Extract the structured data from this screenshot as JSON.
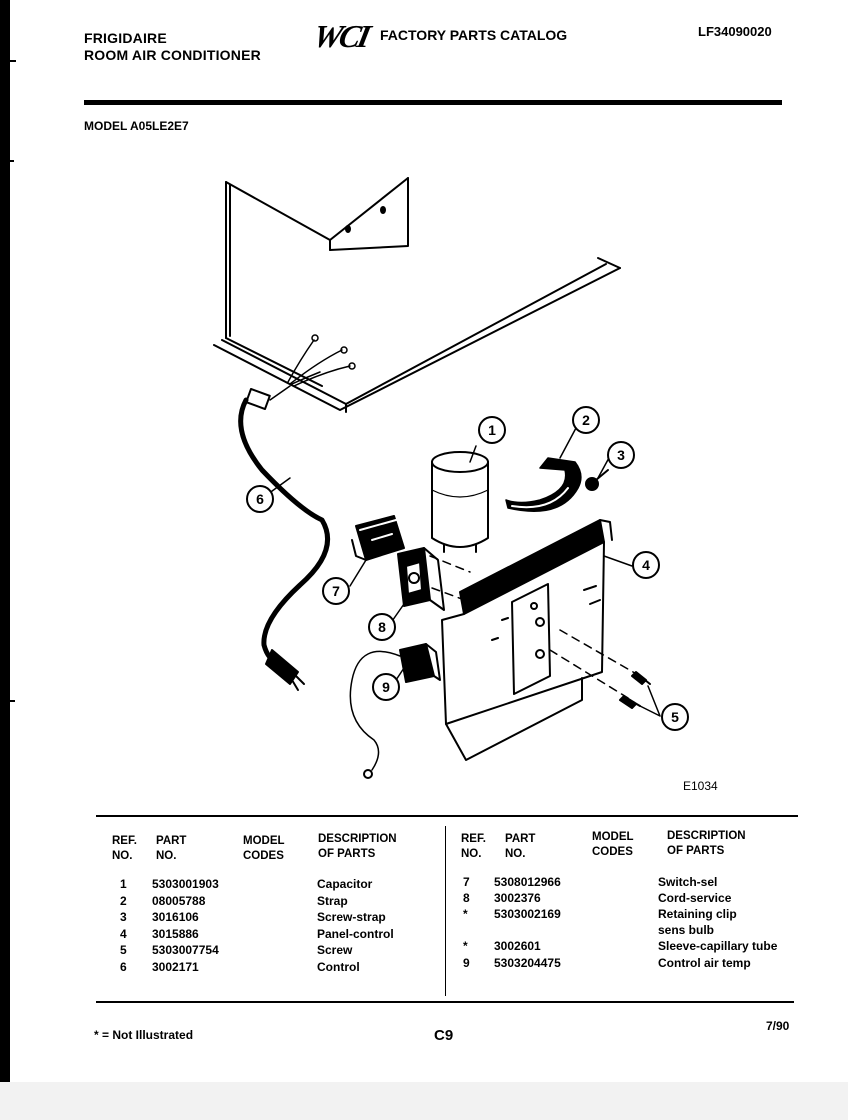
{
  "header": {
    "brand_line1": "FRIGIDAIRE",
    "brand_line2": "ROOM AIR CONDITIONER",
    "logo_text": "WCI",
    "catalog_title": "FACTORY PARTS CATALOG",
    "document_number": "LF34090020"
  },
  "model_label": "MODEL A05LE2E7",
  "diagram": {
    "code": "E1034",
    "callouts": [
      "1",
      "2",
      "3",
      "4",
      "5",
      "6",
      "7",
      "8",
      "9"
    ]
  },
  "table": {
    "headers": {
      "ref": "REF.",
      "ref_no": "NO.",
      "part": "PART",
      "part_no": "NO.",
      "model": "MODEL",
      "model_codes": "CODES",
      "desc": "DESCRIPTION",
      "desc_parts": "OF PARTS"
    },
    "left_rows": [
      {
        "ref": "1",
        "part": "5303001903",
        "codes": "",
        "desc": "Capacitor"
      },
      {
        "ref": "2",
        "part": "08005788",
        "codes": "",
        "desc": "Strap"
      },
      {
        "ref": "3",
        "part": "3016106",
        "codes": "",
        "desc": "Screw-strap"
      },
      {
        "ref": "4",
        "part": "3015886",
        "codes": "",
        "desc": "Panel-control"
      },
      {
        "ref": "5",
        "part": "5303007754",
        "codes": "",
        "desc": "Screw"
      },
      {
        "ref": "6",
        "part": "3002171",
        "codes": "",
        "desc": "Control"
      }
    ],
    "right_rows": [
      {
        "ref": "7",
        "part": "5308012966",
        "codes": "",
        "desc": "Switch-sel"
      },
      {
        "ref": "8",
        "part": "3002376",
        "codes": "",
        "desc": "Cord-service"
      },
      {
        "ref": "*",
        "part": "5303002169",
        "codes": "",
        "desc": "Retaining clip"
      },
      {
        "ref": "",
        "part": "",
        "codes": "",
        "desc": "sens bulb"
      },
      {
        "ref": "*",
        "part": "3002601",
        "codes": "",
        "desc": "Sleeve-capillary tube"
      },
      {
        "ref": "9",
        "part": "5303204475",
        "codes": "",
        "desc": "Control air temp"
      }
    ]
  },
  "footer": {
    "footnote": "* = Not Illustrated",
    "page_number": "C9",
    "date": "7/90"
  }
}
